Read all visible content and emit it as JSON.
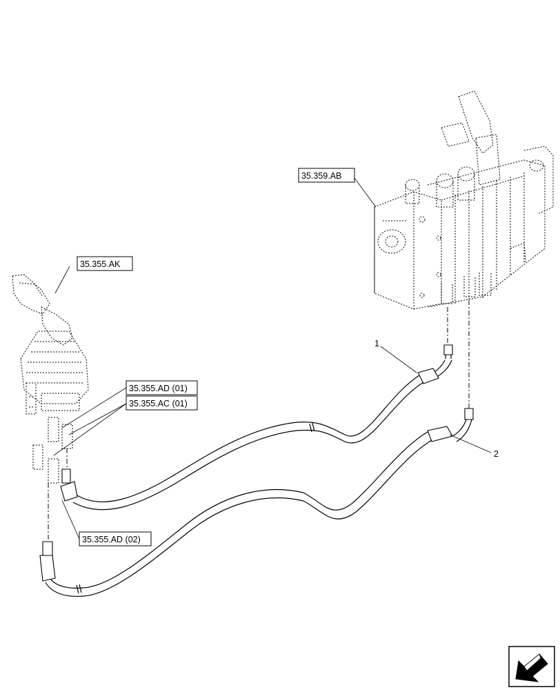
{
  "references": {
    "valve": "35.359.AB",
    "joystick": "35.355.AK",
    "ad01": "35.355.AD (01)",
    "ac01": "35.355.AC (01)",
    "ad02": "35.355.AD (02)"
  },
  "callouts": {
    "item1": "1",
    "item2": "2"
  },
  "icons": {
    "nav_arrow": "arrow-down-left-icon"
  }
}
